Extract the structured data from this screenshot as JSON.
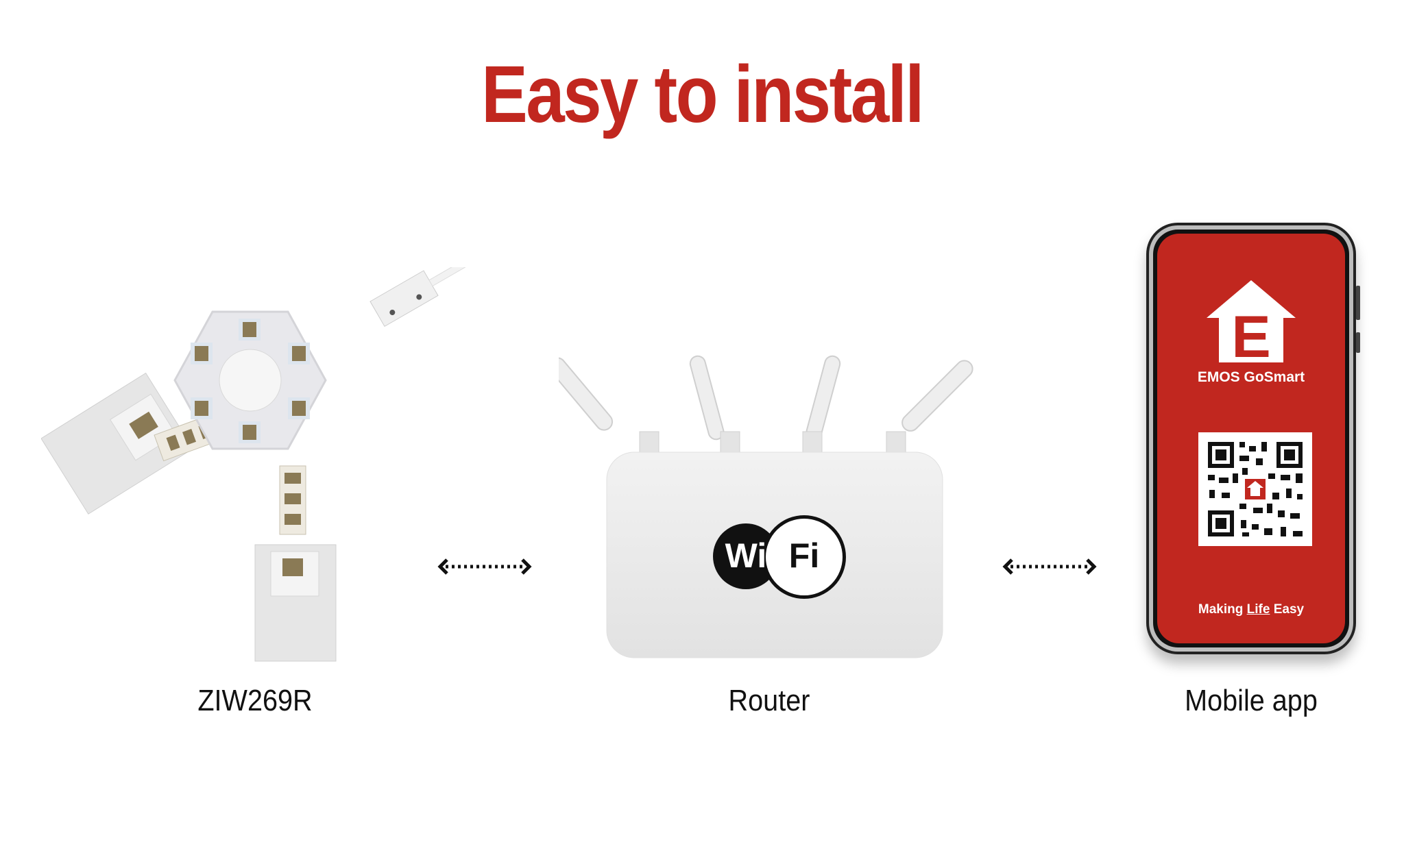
{
  "title": "Easy to install",
  "colors": {
    "brand_red": "#c1271f",
    "text": "#111111"
  },
  "steps": [
    {
      "label": "ZIW269R"
    },
    {
      "label": "Router"
    },
    {
      "label": "Mobile app"
    }
  ],
  "router_badge": {
    "left": "Wi",
    "right": "Fi"
  },
  "phone": {
    "app_name": "EMOS GoSmart",
    "tagline_pre": "Making ",
    "tagline_highlight": "Life",
    "tagline_post": " Easy",
    "logo_letter": "E"
  },
  "icons": [
    "hexagon-connector-icon",
    "wifi-router-icon",
    "smartphone-icon",
    "double-arrow-icon"
  ]
}
